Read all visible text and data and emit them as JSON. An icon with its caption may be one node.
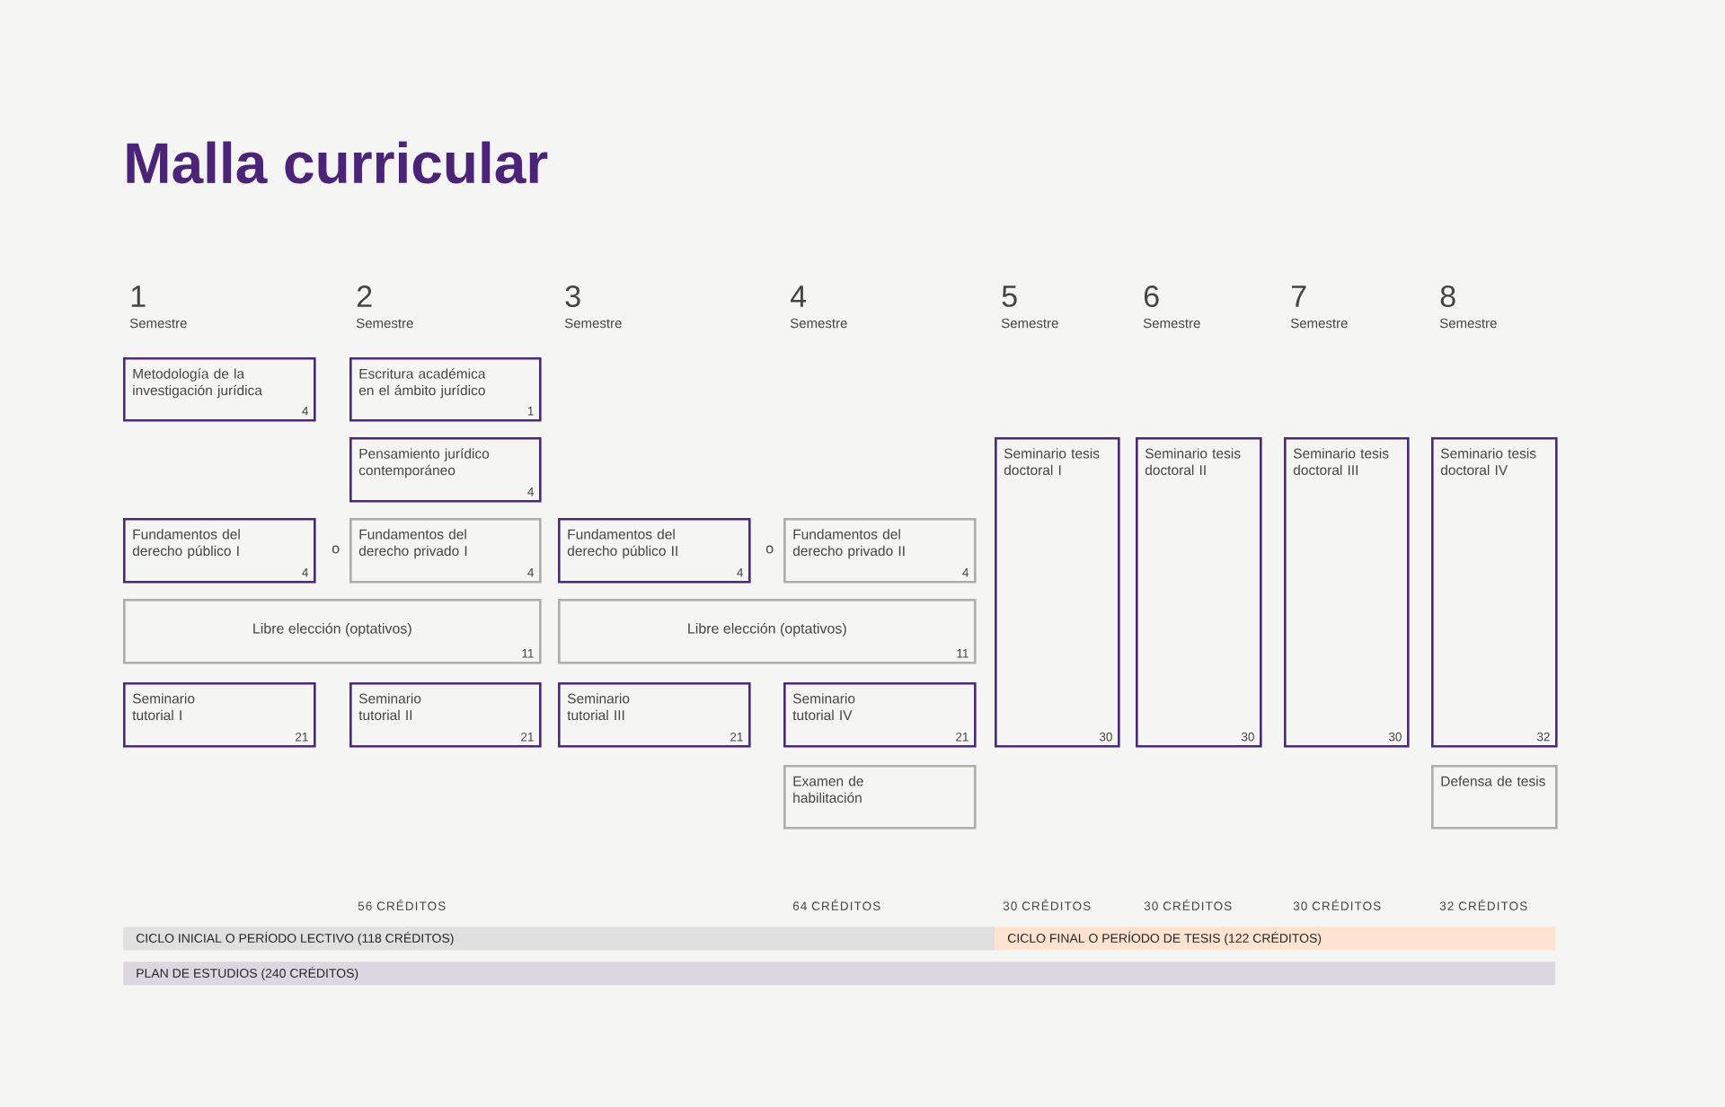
{
  "diagram": {
    "title": "Malla curricular",
    "nodes": [
      {
        "text": [
          "Metodología de la investigación jurídica",
          "4"
        ]
      },
      {
        "text": [
          "Escritura académica en el ámbito jurídico",
          "1"
        ]
      },
      {
        "text": [
          "Pensamiento jurídico contemporáneo",
          "4"
        ]
      },
      {
        "text": [
          "Fundamentos del derecho público I",
          "4"
        ]
      },
      {
        "text": [
          "Fundamentos del derecho privado I",
          "4"
        ]
      },
      {
        "text": [
          "Fundamentos del derecho público II",
          "4"
        ]
      },
      {
        "text": [
          "Fundamentos del derecho privado II",
          "4"
        ]
      },
      {
        "text": [
          "Libre elección (optativos)",
          "11"
        ]
      },
      {
        "text": [
          "Libre elección (optativos)",
          "11"
        ]
      },
      {
        "text": [
          "Seminario tutorial I",
          "21"
        ]
      },
      {
        "text": [
          "Seminario tutorial II",
          "21"
        ]
      },
      {
        "text": [
          "Seminario tutorial III",
          "21"
        ]
      },
      {
        "text": [
          "Seminario tutorial IV",
          "21"
        ]
      },
      {
        "text": [
          "Examen de habilitación"
        ]
      },
      {
        "text": [
          "Seminario tesis doctoral I",
          "30"
        ]
      },
      {
        "text": [
          "Seminario tesis doctoral II",
          "30"
        ]
      },
      {
        "text": [
          "Seminario tesis doctoral III",
          "30"
        ]
      },
      {
        "text": [
          "Seminario tesis doctoral IV",
          "32"
        ]
      },
      {
        "text": [
          "Defensa de tesis"
        ]
      },
      {
        "text": [
          "CICLO INICIAL O PERÍODO LECTIVO (118 CRÉDITOS)"
        ]
      },
      {
        "text": [
          "CICLO FINAL O PERÍODO DE TESIS (122 CRÉDITOS)"
        ]
      },
      {
        "text": [
          "PLAN DE ESTUDIOS (240 CRÉDITOS)"
        ]
      }
    ],
    "labels": [
      "1",
      "Semestre",
      "2",
      "Semestre",
      "3",
      "Semestre",
      "4",
      "Semestre",
      "5",
      "Semestre",
      "6",
      "Semestre",
      "7",
      "Semestre",
      "8",
      "Semestre",
      "o",
      "o",
      "56 CRÉDITOS",
      "64 CRÉDITOS",
      "30 CRÉDITOS",
      "30 CRÉDITOS",
      "30 CRÉDITOS",
      "32 CRÉDITOS"
    ]
  }
}
